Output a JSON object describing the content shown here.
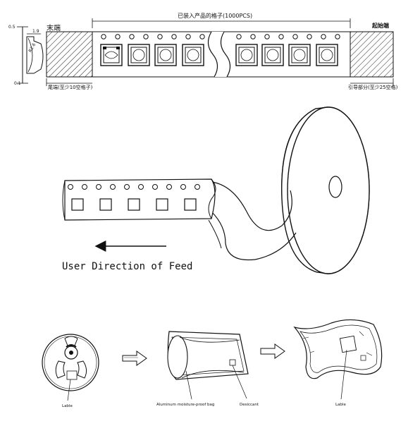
{
  "tape": {
    "loaded_label": "已装入产品的格子(1000PCS)",
    "end_label": "末端",
    "start_label": "起始端",
    "tail_note": "尾端(至少10空格子)",
    "leader_note": "引导部分(至少25空格)",
    "dim_top": "0.5",
    "dim_width": "1.9",
    "dim_radius": "R2.6",
    "dim_bottom": "0.1"
  },
  "reel": {
    "feed_label": "User Direction of Feed"
  },
  "packing": {
    "reel_label": "Lable",
    "bag_label": "Aluminum moisture-proof bag",
    "desiccant_label": "Desiccant",
    "sealed_label": "Lable"
  }
}
